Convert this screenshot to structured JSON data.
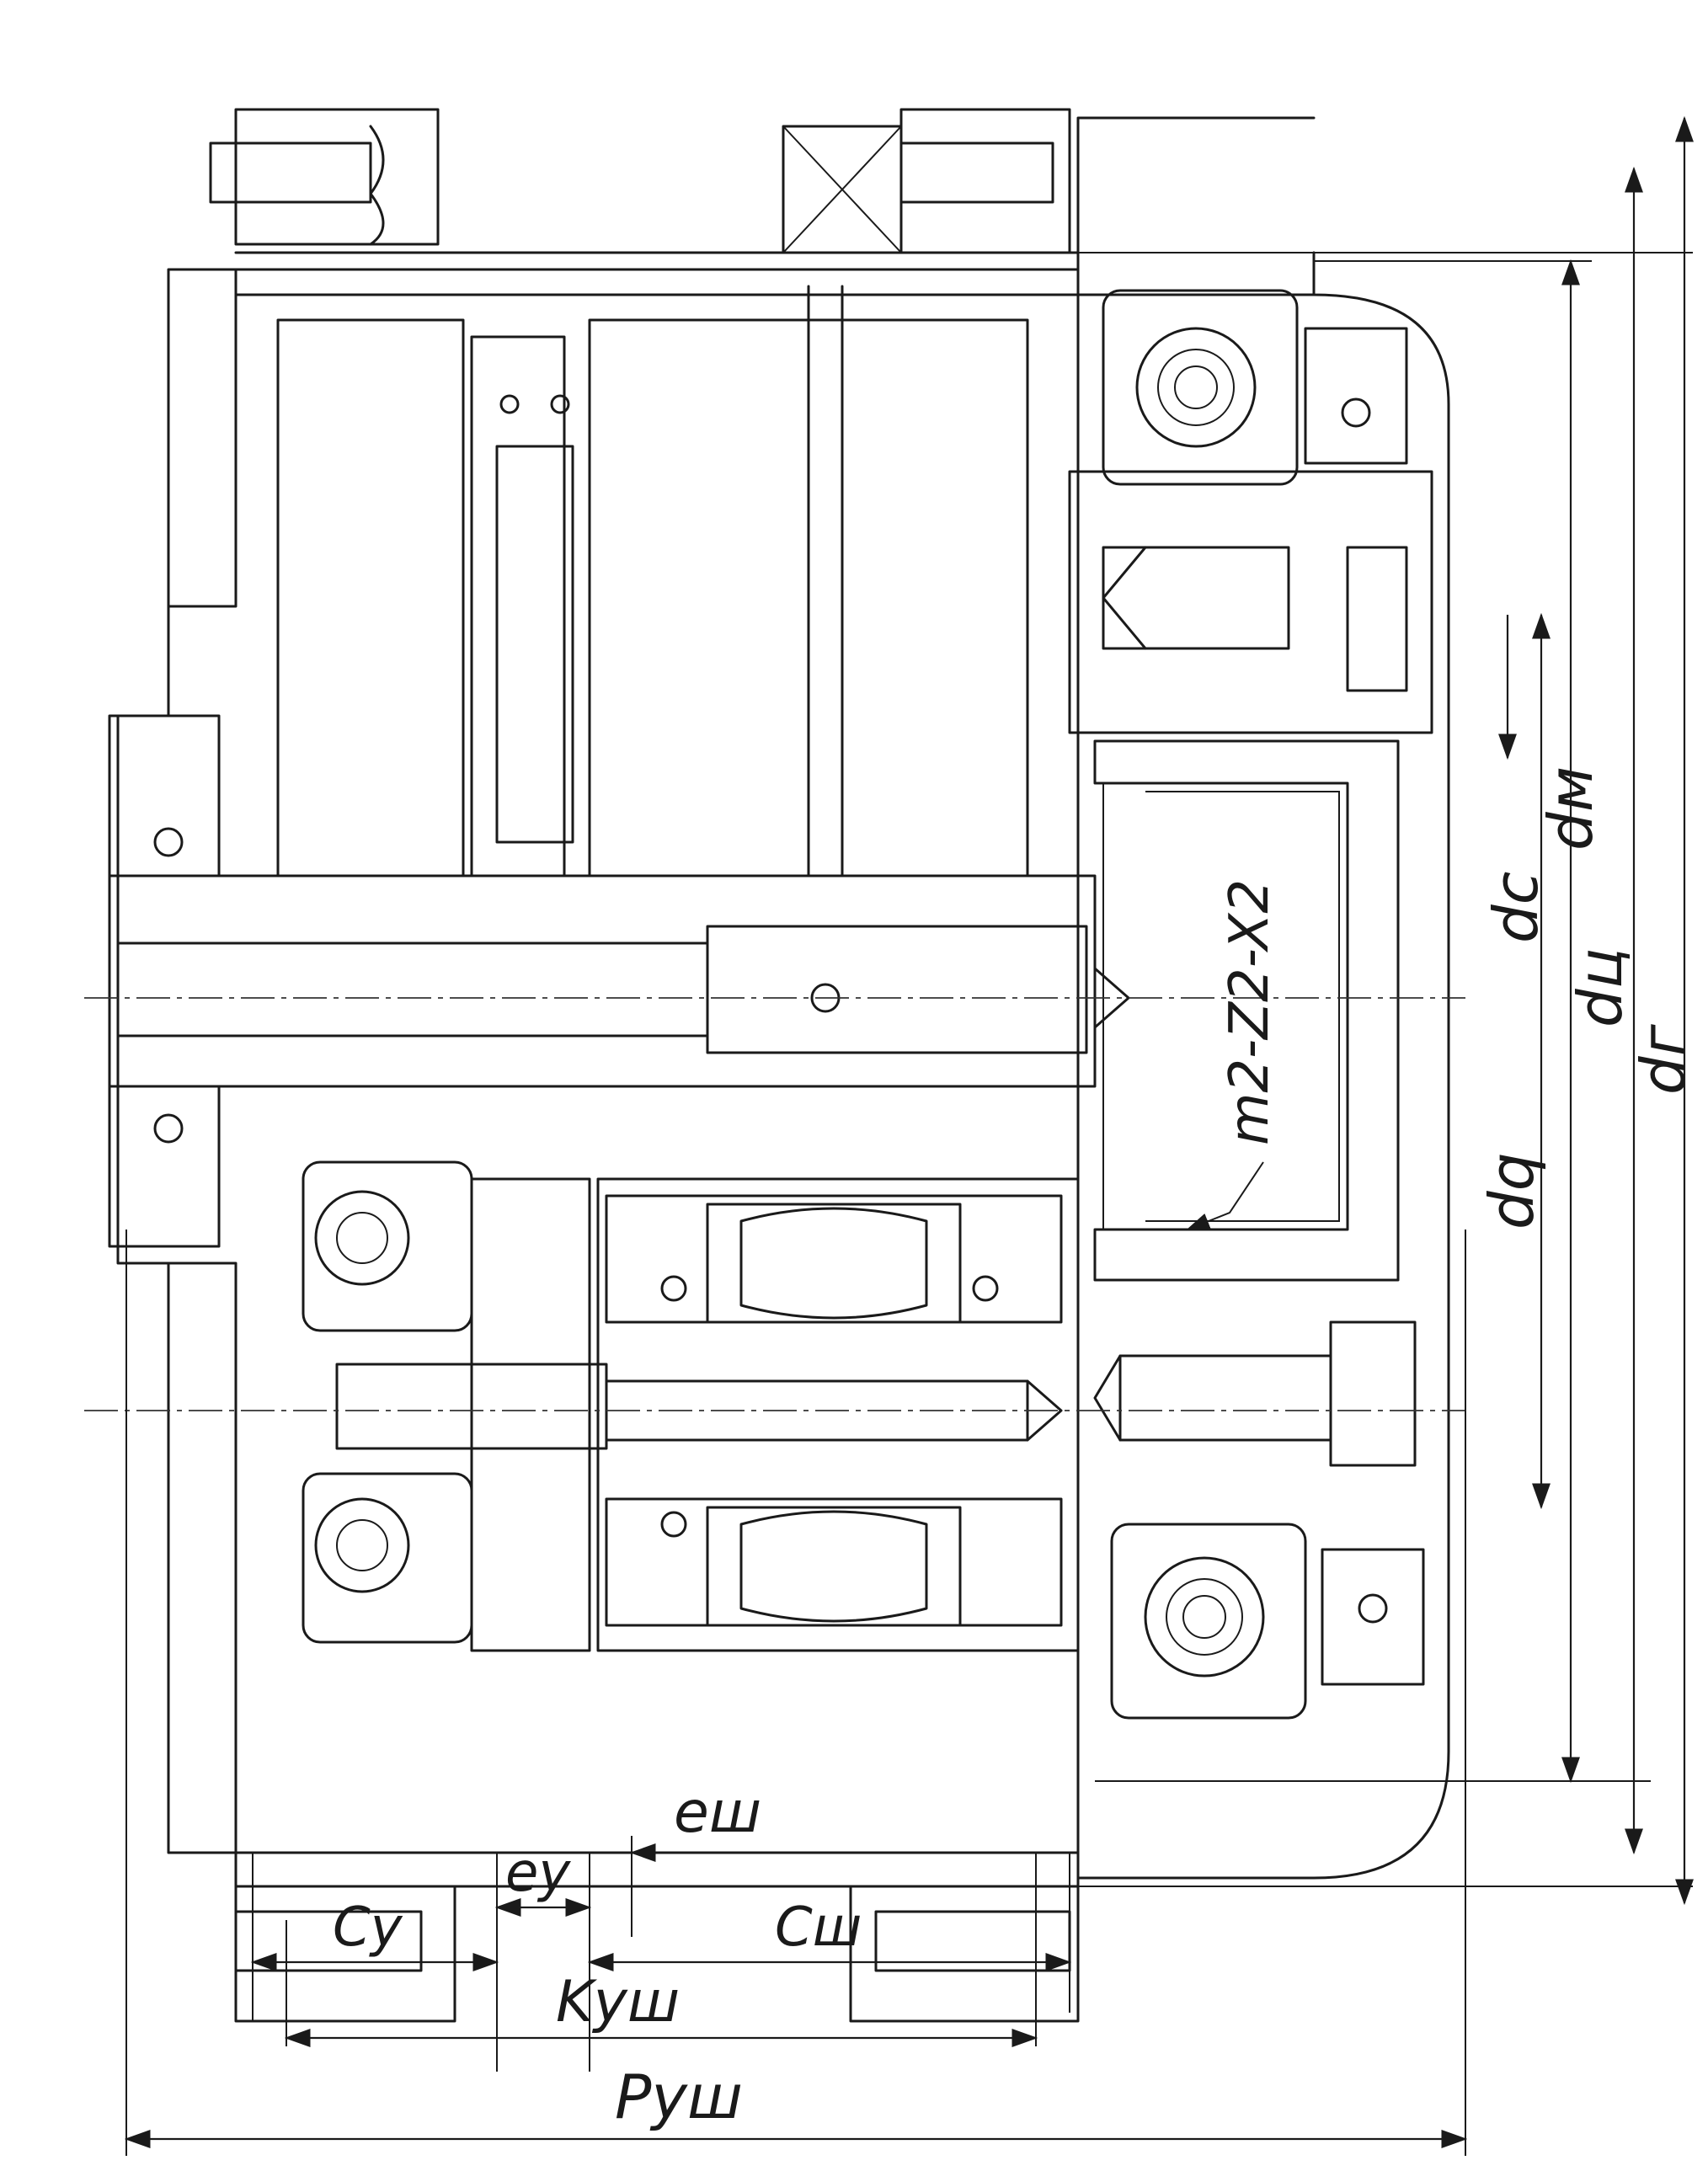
{
  "dimensions": {
    "vertical": [
      {
        "id": "dm",
        "label": "dм"
      },
      {
        "id": "dc",
        "label": "dc"
      },
      {
        "id": "dq",
        "label": "dq"
      },
      {
        "id": "du",
        "label": "dц"
      },
      {
        "id": "dg",
        "label": "dг"
      }
    ],
    "horizontal": [
      {
        "id": "ew",
        "label": "eш"
      },
      {
        "id": "ey",
        "label": "eу"
      },
      {
        "id": "cy",
        "label": "Cу"
      },
      {
        "id": "cw",
        "label": "Cш"
      },
      {
        "id": "kyw",
        "label": "Kуш"
      },
      {
        "id": "pyw",
        "label": "Pуш"
      }
    ]
  },
  "annotations": {
    "gear_param": "m2-Z2-X2"
  }
}
